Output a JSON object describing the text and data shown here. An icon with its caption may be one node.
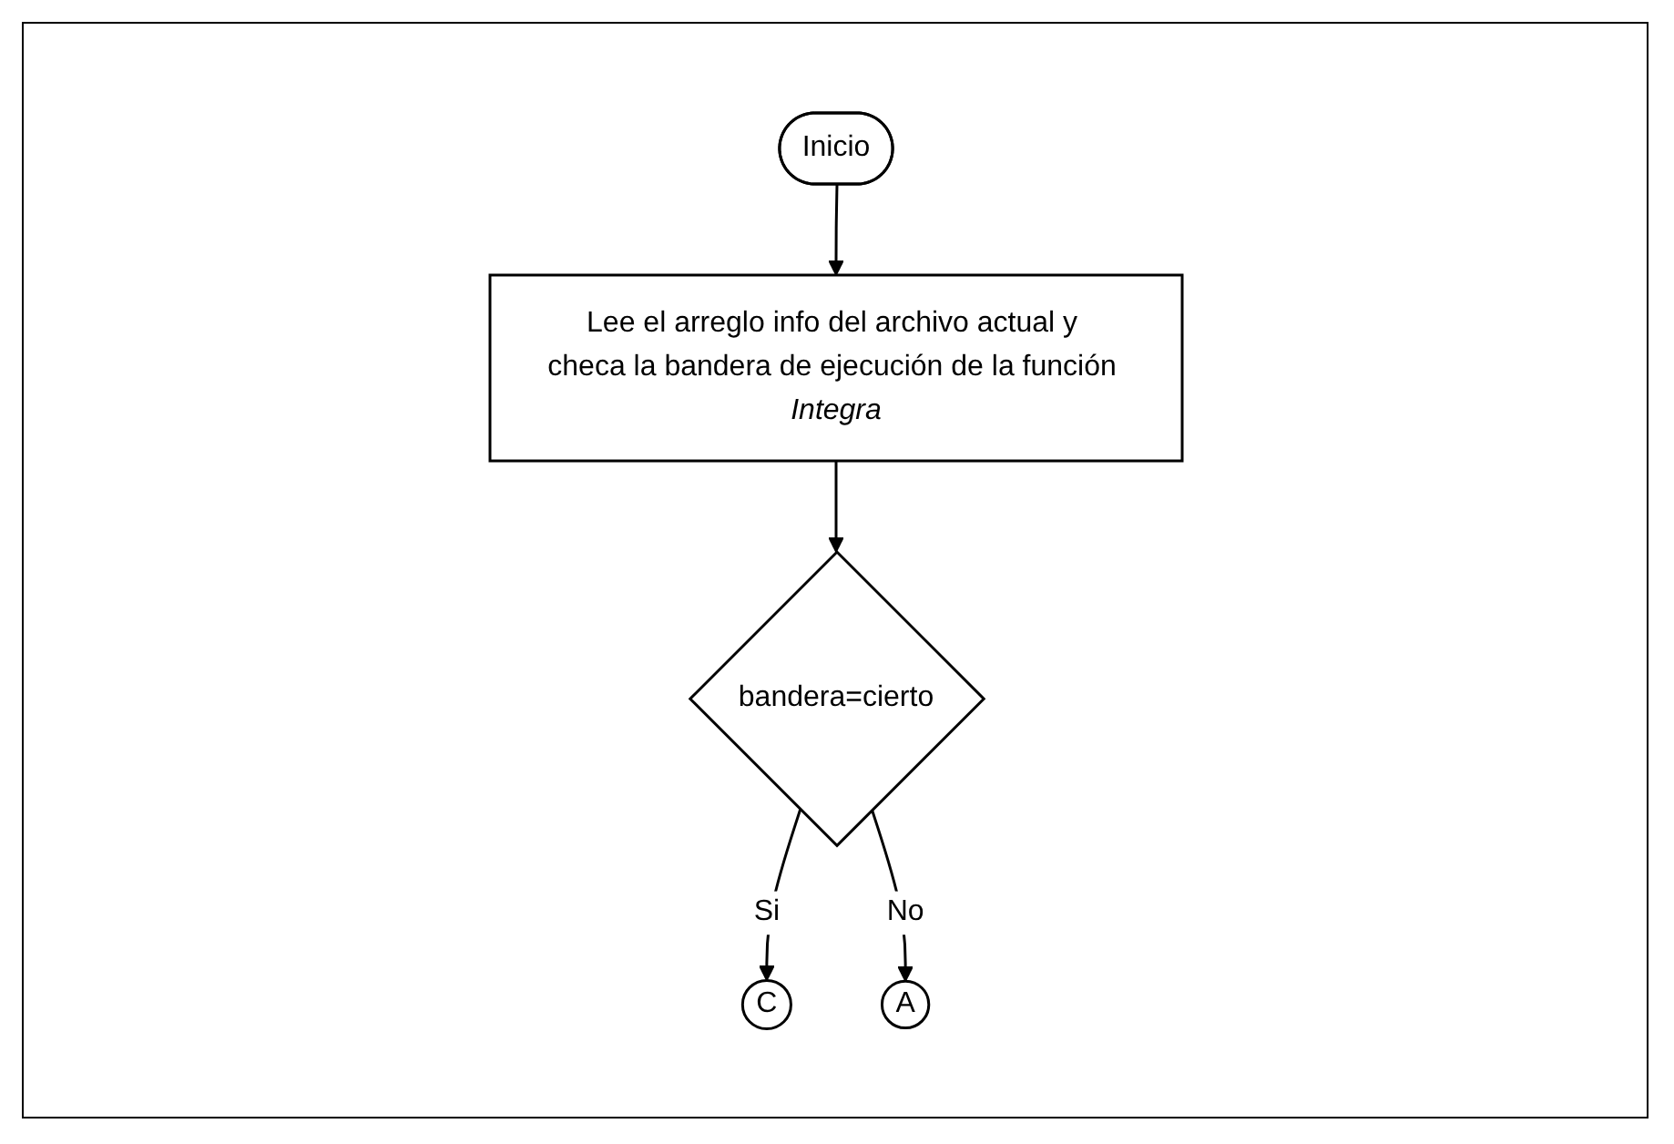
{
  "diagram": {
    "nodes": [
      {
        "text": [
          "Inicio"
        ]
      },
      {
        "text": [
          "Lee el arreglo info del archivo actual y checa la bandera de ejecución de la función *Integra*"
        ]
      },
      {
        "text": [
          "bandera=cierto"
        ]
      },
      {
        "text": [
          "C"
        ]
      },
      {
        "text": [
          "A"
        ]
      }
    ],
    "edges": [
      {
        "from": 0,
        "to": 1,
        "arrow": "to"
      },
      {
        "from": 1,
        "to": 2,
        "arrow": "to"
      },
      {
        "from": 2,
        "to": 3,
        "label": "Si",
        "arrow": "to"
      },
      {
        "from": 2,
        "to": 4,
        "label": "No",
        "arrow": "to"
      }
    ]
  }
}
